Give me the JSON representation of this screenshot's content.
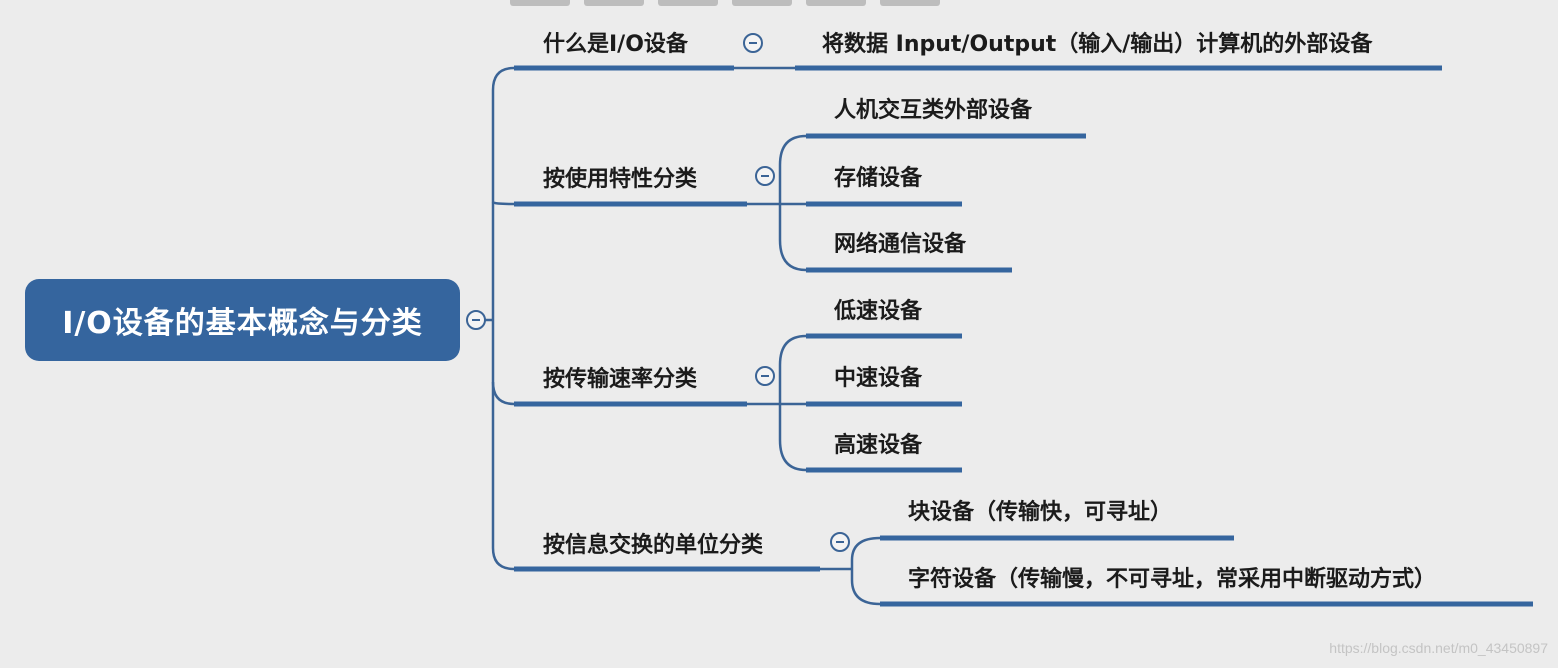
{
  "root": {
    "label": "I/O设备的基本概念与分类"
  },
  "branches": [
    {
      "label": "什么是I/O设备",
      "children": [
        "将数据 Input/Output（输入/输出）计算机的外部设备"
      ]
    },
    {
      "label": "按使用特性分类",
      "children": [
        "人机交互类外部设备",
        "存储设备",
        "网络通信设备"
      ]
    },
    {
      "label": "按传输速率分类",
      "children": [
        "低速设备",
        "中速设备",
        "高速设备"
      ]
    },
    {
      "label": "按信息交换的单位分类",
      "children": [
        "块设备（传输快，可寻址）",
        "字符设备（传输慢，不可寻址，常采用中断驱动方式）"
      ]
    }
  ],
  "watermark": "https://blog.csdn.net/m0_43450897",
  "colors": {
    "node_fill": "#35659e",
    "line": "#3b6496",
    "background": "#ececec"
  }
}
